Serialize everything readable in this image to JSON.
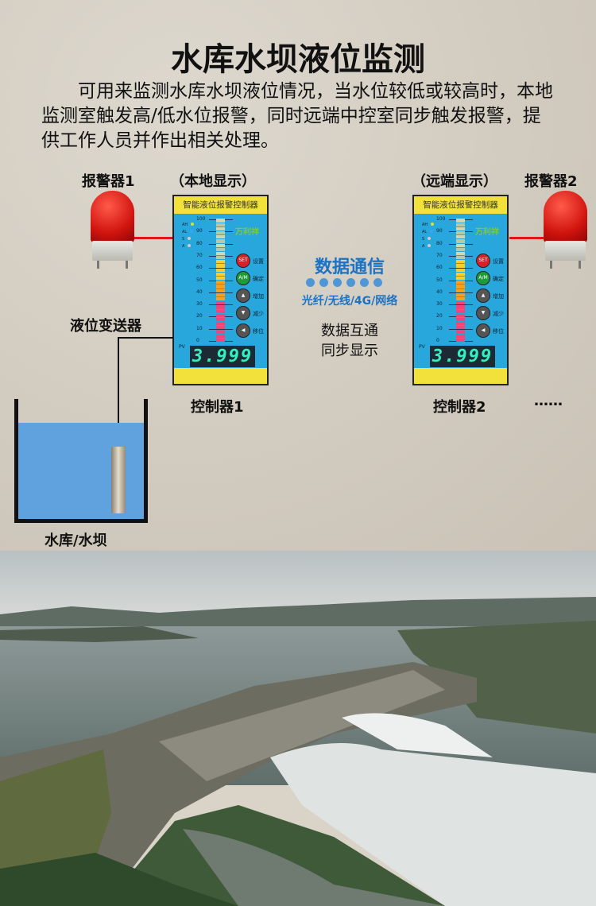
{
  "title": "水库水坝液位监测",
  "intro": "可用来监测水库水坝液位情况，当水位较低或较高时，本地监测室触发高/低水位报警，同时远端中控室同步触发报警，提供工作人员并作出相关处理。",
  "labels": {
    "alarm1": "报警器1",
    "alarm2": "报警器2",
    "local": "（本地显示）",
    "remote": "（远端显示）",
    "transmitter": "液位变送器",
    "controller1": "控制器1",
    "controller2": "控制器2",
    "reservoir": "水库/水坝",
    "ellipsis": "……"
  },
  "comm": {
    "title": "数据通信",
    "channels": "光纤/无线/4G/网络",
    "sync_line1": "数据互通",
    "sync_line2": "同步显示"
  },
  "controller": {
    "header": "智能液位报警控制器",
    "brand": "万利祥",
    "pv_label": "PV",
    "display": "3.999",
    "scale": [
      "0",
      "10",
      "20",
      "30",
      "40",
      "50",
      "60",
      "70",
      "80",
      "90",
      "100"
    ],
    "leds": [
      "AH",
      "AL",
      "S",
      "A"
    ],
    "buttons": [
      {
        "key": "SET",
        "label": "设置",
        "color": "#d8202c"
      },
      {
        "key": "A/M",
        "label": "确定",
        "color": "#1f9a3a"
      },
      {
        "key": "▲",
        "label": "增加",
        "color": "#555"
      },
      {
        "key": "▼",
        "label": "减少",
        "color": "#555"
      },
      {
        "key": "◀",
        "label": "移位",
        "color": "#555"
      }
    ],
    "level_percent": 100
  }
}
